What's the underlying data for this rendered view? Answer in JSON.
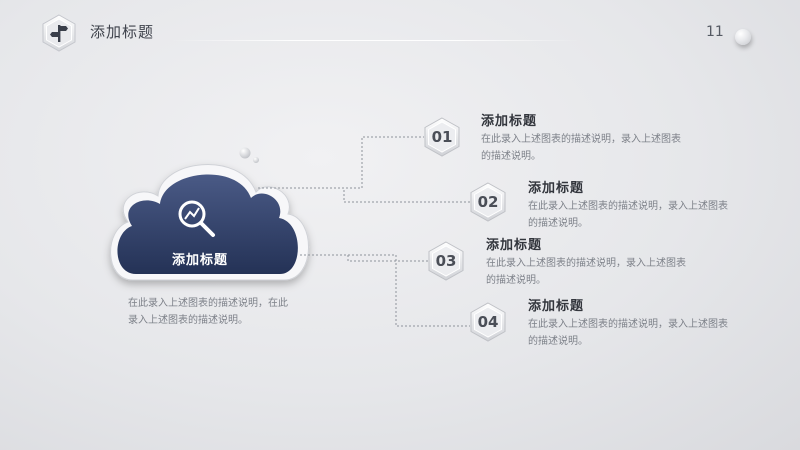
{
  "header": {
    "title": "添加标题",
    "page_number": "11",
    "icon": "signpost-icon"
  },
  "cloud": {
    "label": "添加标题",
    "icon": "search-chart-icon",
    "description": "在此录入上述图表的描述说明，在此录入上述图表的描述说明。",
    "color": "#33426b"
  },
  "items": [
    {
      "number": "01",
      "title": "添加标题",
      "description": "在此录入上述图表的描述说明，录入上述图表的描述说明。"
    },
    {
      "number": "02",
      "title": "添加标题",
      "description": "在此录入上述图表的描述说明，录入上述图表的描述说明。"
    },
    {
      "number": "03",
      "title": "添加标题",
      "description": "在此录入上述图表的描述说明，录入上述图表的描述说明。"
    },
    {
      "number": "04",
      "title": "添加标题",
      "description": "在此录入上述图表的描述说明，录入上述图表的描述说明。"
    }
  ]
}
